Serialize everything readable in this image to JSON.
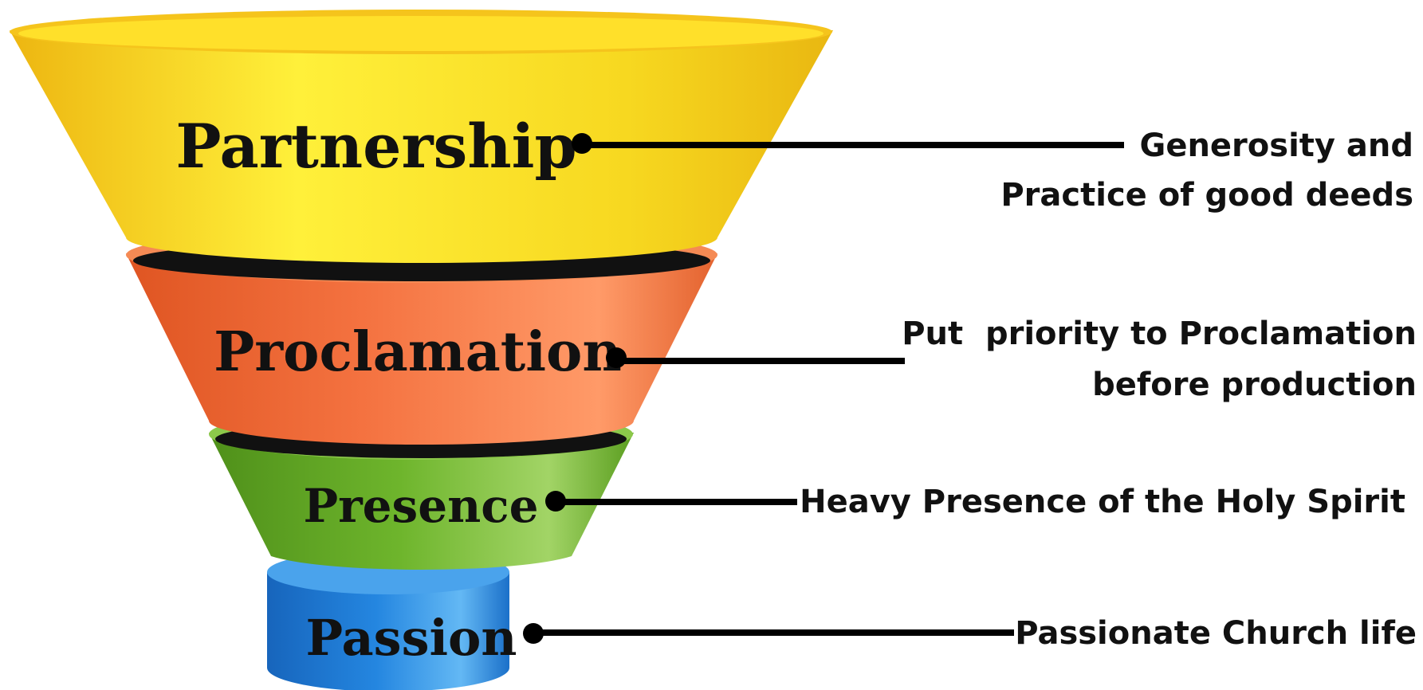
{
  "funnel": {
    "stages": [
      {
        "label": "Partnership",
        "color": "#F6D31B",
        "color_light": "#FFF23A",
        "color_dark": "#E2B10F",
        "description_lines": [
          "Generosity and",
          "Practice of good deeds"
        ]
      },
      {
        "label": "Proclamation",
        "color": "#F26A35",
        "color_light": "#FF9D6A",
        "color_dark": "#D94F1E",
        "description_lines": [
          "Put  priority to Proclamation",
          "before production"
        ]
      },
      {
        "label": "Presence",
        "color": "#6CB32A",
        "color_light": "#9BD05A",
        "color_dark": "#4E8F18",
        "description_lines": [
          "Heavy Presence of the Holy Spirit"
        ]
      },
      {
        "label": "Passion",
        "color": "#1E7FD8",
        "color_light": "#59B2F2",
        "color_dark": "#1461B3",
        "description_lines": [
          "Passionate Church life"
        ]
      }
    ]
  }
}
